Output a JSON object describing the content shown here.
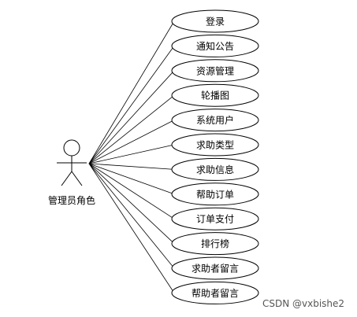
{
  "actor": {
    "label": "管理员角色"
  },
  "use_cases": [
    {
      "label": "登录"
    },
    {
      "label": "通知公告"
    },
    {
      "label": "资源管理"
    },
    {
      "label": "轮播图"
    },
    {
      "label": "系统用户"
    },
    {
      "label": "求助类型"
    },
    {
      "label": "求助信息"
    },
    {
      "label": "帮助订单"
    },
    {
      "label": "订单支付"
    },
    {
      "label": "排行榜"
    },
    {
      "label": "求助者留言"
    },
    {
      "label": "帮助者留言"
    }
  ],
  "watermark": "CSDN @vxbishe2",
  "colors": {
    "stroke": "#000000",
    "ellipse_fill": "#ffffff"
  }
}
